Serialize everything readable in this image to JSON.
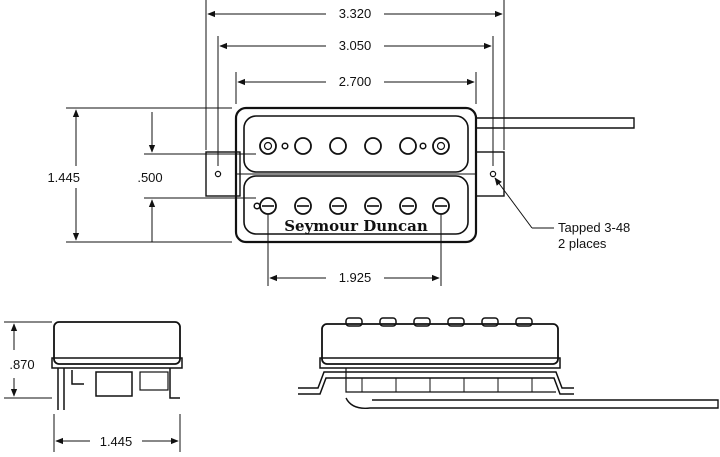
{
  "dimensions": {
    "overall_width": "3.320",
    "mount_width": "3.050",
    "cover_width": "2.700",
    "overall_height": "1.445",
    "coil_spacing": ".500",
    "pole_spacing": "1.925",
    "side_height": ".870",
    "side_width": "1.445"
  },
  "callout": {
    "line1": "Tapped 3-48",
    "line2": "2 places"
  },
  "brand_text": "Seymour Duncan"
}
